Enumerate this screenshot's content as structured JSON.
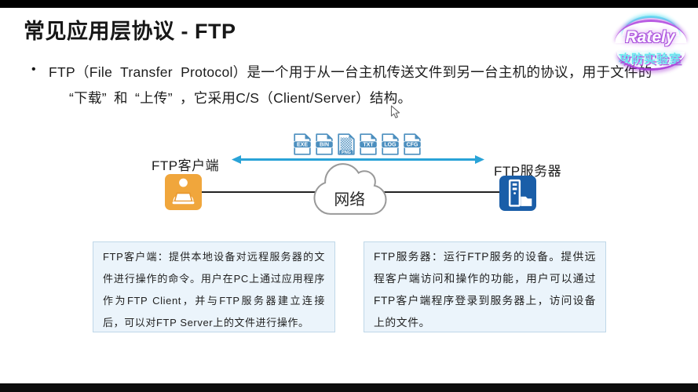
{
  "slide": {
    "title": "常见应用层协议 - FTP",
    "bullet_marker": "•",
    "bullet_line1": "FTP（File Transfer Protocol）是一个用于从一台主机传送文件到另一台主机的协议，用于文件的",
    "bullet_line2": "“下载” 和 “上传” ，它采用C/S（Client/Server）结构。"
  },
  "logo": {
    "brand": "Rately",
    "subtitle": "攻防实验室"
  },
  "diagram": {
    "client_label": "FTP客户端",
    "server_label": "FTP服务器",
    "network_label": "网络",
    "file_types": [
      "EXE",
      "BIN",
      "PNG",
      "TXT",
      "LOG",
      "CFG"
    ]
  },
  "info_boxes": {
    "client_text": "FTP客户端：提供本地设备对远程服务器的文件进行操作的命令。用户在PC上通过应用程序作为FTP Client，并与FTP服务器建立连接后，可以对FTP Server上的文件进行操作。",
    "server_text": "FTP服务器：运行FTP服务的设备。提供远程客户端访问和操作的功能，用户可以通过FTP客户端程序登录到服务器上，访问设备上的文件。"
  },
  "colors": {
    "arrow": "#29A3D7",
    "file_icon_blue": "#4C8FBF",
    "client_icon_orange": "#F0A63C",
    "server_icon_blue": "#1A5EA8",
    "info_box_bg": "#EBF4FB",
    "info_box_border": "#BFD7E8",
    "cloud_outline": "#999999",
    "letterbox": "#000000"
  }
}
